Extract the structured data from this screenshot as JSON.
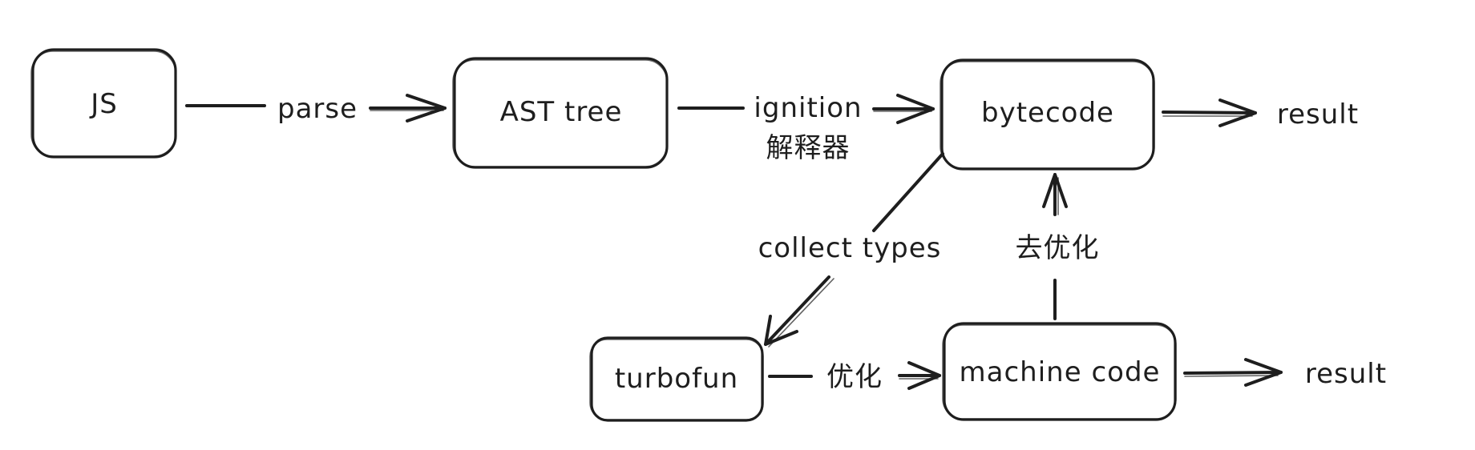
{
  "diagram": {
    "nodes": [
      {
        "id": "js",
        "label": "JS"
      },
      {
        "id": "ast",
        "label": "AST tree"
      },
      {
        "id": "bytecode",
        "label": "bytecode"
      },
      {
        "id": "turbofun",
        "label": "turbofun"
      },
      {
        "id": "machine",
        "label": "machine code"
      }
    ],
    "edges": [
      {
        "id": "parse",
        "from": "js",
        "to": "ast",
        "label": "parse"
      },
      {
        "id": "ignition",
        "from": "ast",
        "to": "bytecode",
        "label": "ignition",
        "label_line2": "解释器"
      },
      {
        "id": "bytecode-result",
        "from": "bytecode",
        "to": "result-top",
        "label": ""
      },
      {
        "id": "collect",
        "from": "bytecode",
        "to": "turbofun",
        "label": "collect types"
      },
      {
        "id": "optimize",
        "from": "turbofun",
        "to": "machine",
        "label": "优化"
      },
      {
        "id": "deopt",
        "from": "machine",
        "to": "bytecode",
        "label": "去优化"
      },
      {
        "id": "machine-result",
        "from": "machine",
        "to": "result-bottom",
        "label": ""
      }
    ],
    "free_text": [
      {
        "id": "result-top",
        "label": "result"
      },
      {
        "id": "result-bottom",
        "label": "result"
      }
    ],
    "colors": {
      "stroke": "#1e1e1e",
      "background": "#ffffff"
    }
  }
}
